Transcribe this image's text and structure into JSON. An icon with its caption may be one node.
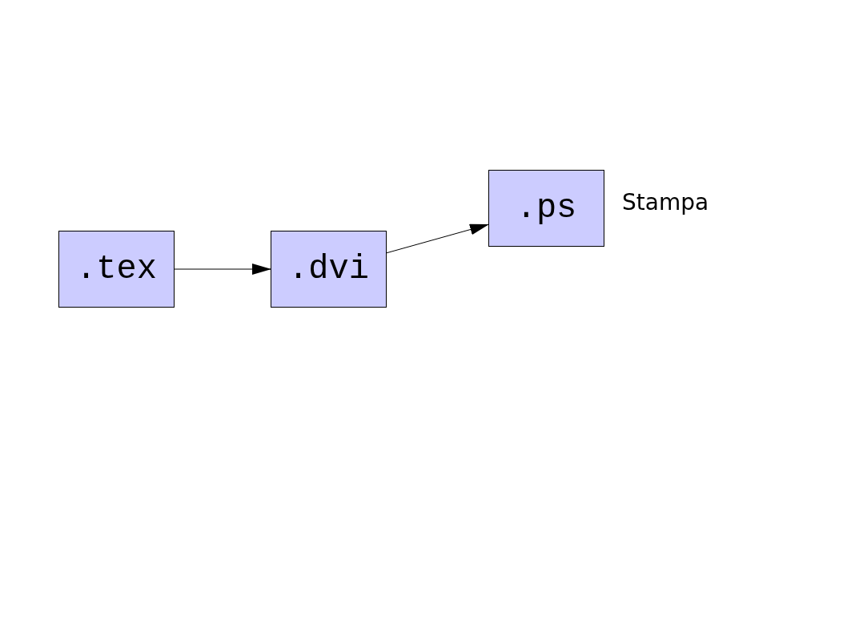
{
  "diagram": {
    "nodes": [
      {
        "text": [
          ".tex"
        ]
      },
      {
        "text": [
          ".dvi"
        ]
      },
      {
        "text": [
          ".ps"
        ],
        "beside": [
          "Stampa"
        ]
      }
    ],
    "edges": [
      {
        "from": 0,
        "to": 1,
        "arrow": "to"
      },
      {
        "from": 1,
        "to": 2,
        "arrow": "to"
      }
    ]
  }
}
